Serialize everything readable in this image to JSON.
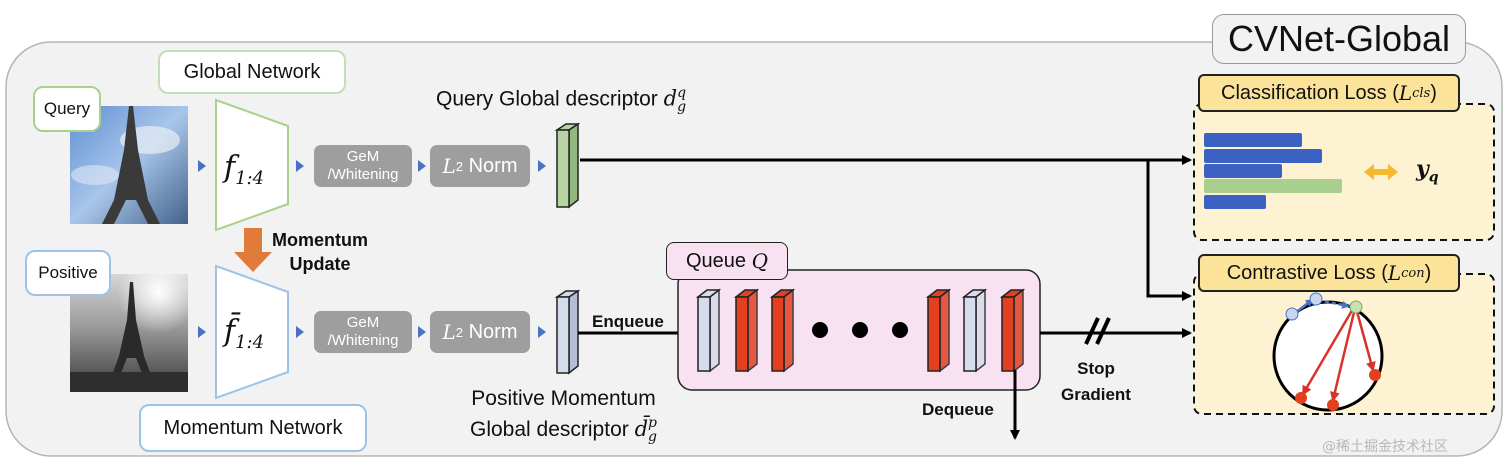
{
  "title": "CVNet-Global",
  "inputs": {
    "query_label": "Query",
    "positive_label": "Positive"
  },
  "networks": {
    "global_network": "Global Network",
    "momentum_network": "Momentum Network",
    "query_encoder": "f",
    "query_encoder_sub": "1:4",
    "momentum_encoder": "f̄",
    "momentum_encoder_sub": "1:4",
    "momentum_update_line1": "Momentum",
    "momentum_update_line2": "Update"
  },
  "pooling": {
    "gem_line1": "GeM",
    "gem_line2": "/Whitening",
    "norm_symbol": "L",
    "norm_sub": "2",
    "norm_text": "Norm"
  },
  "descriptors": {
    "query_descriptor": "Query Global descriptor",
    "query_symbol": "d",
    "query_sub": "g",
    "query_sup": "q",
    "positive_line1": "Positive Momentum",
    "positive_line2": "Global descriptor",
    "positive_symbol": "d̄",
    "positive_sub": "g",
    "positive_sup": "p"
  },
  "queue": {
    "label": "Queue",
    "symbol": "Q",
    "enqueue": "Enqueue",
    "dequeue": "Dequeue"
  },
  "stop_gradient": {
    "line1": "Stop",
    "line2": "Gradient"
  },
  "losses": {
    "classification": "Classification Loss (",
    "classification_symbol": "L",
    "classification_sub": "cls",
    "contrastive": "Contrastive Loss (",
    "contrastive_symbol": "L",
    "contrastive_sub": "con",
    "close_paren": ")",
    "target_symbol": "y",
    "target_sub": "q"
  },
  "watermark": "@稀土掘金技术社区",
  "colors": {
    "panel_bg": "#f2f2f2",
    "arrow_blue": "#4a72c4",
    "orange": "#e07b39",
    "red_block": "#e2401f",
    "light_block": "#d5dcec",
    "green_block": "#b7d4a2",
    "queue_bg": "#f8e1f0",
    "loss_bg": "#fdf3d3",
    "bar_blue": "#3b62c2",
    "bar_green": "#a8cf8e",
    "double_arrow": "#f5b82e"
  }
}
